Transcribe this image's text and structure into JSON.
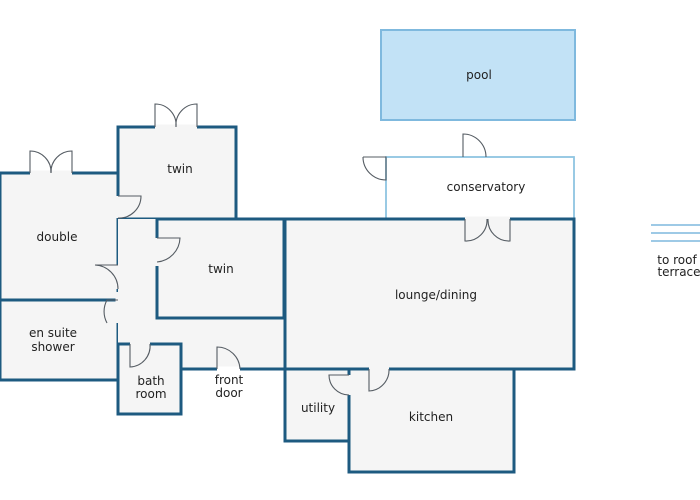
{
  "rooms": {
    "pool": "pool",
    "conservatory": "conservatory",
    "twin_top": "twin",
    "double": "double",
    "twin_middle": "twin",
    "lounge": "lounge/dining",
    "ensuite_line1": "en suite",
    "ensuite_line2": "shower",
    "bath_line1": "bath",
    "bath_line2": "room",
    "front_line1": "front",
    "front_line2": "door",
    "utility": "utility",
    "kitchen": "kitchen",
    "roof_line1": "to roof",
    "roof_line2": "terrace"
  },
  "colors": {
    "wall": "#1d5a80",
    "floor": "#f5f5f5",
    "pool_fill": "#c2e2f6",
    "conservatory_outline": "#8ec5e2"
  }
}
